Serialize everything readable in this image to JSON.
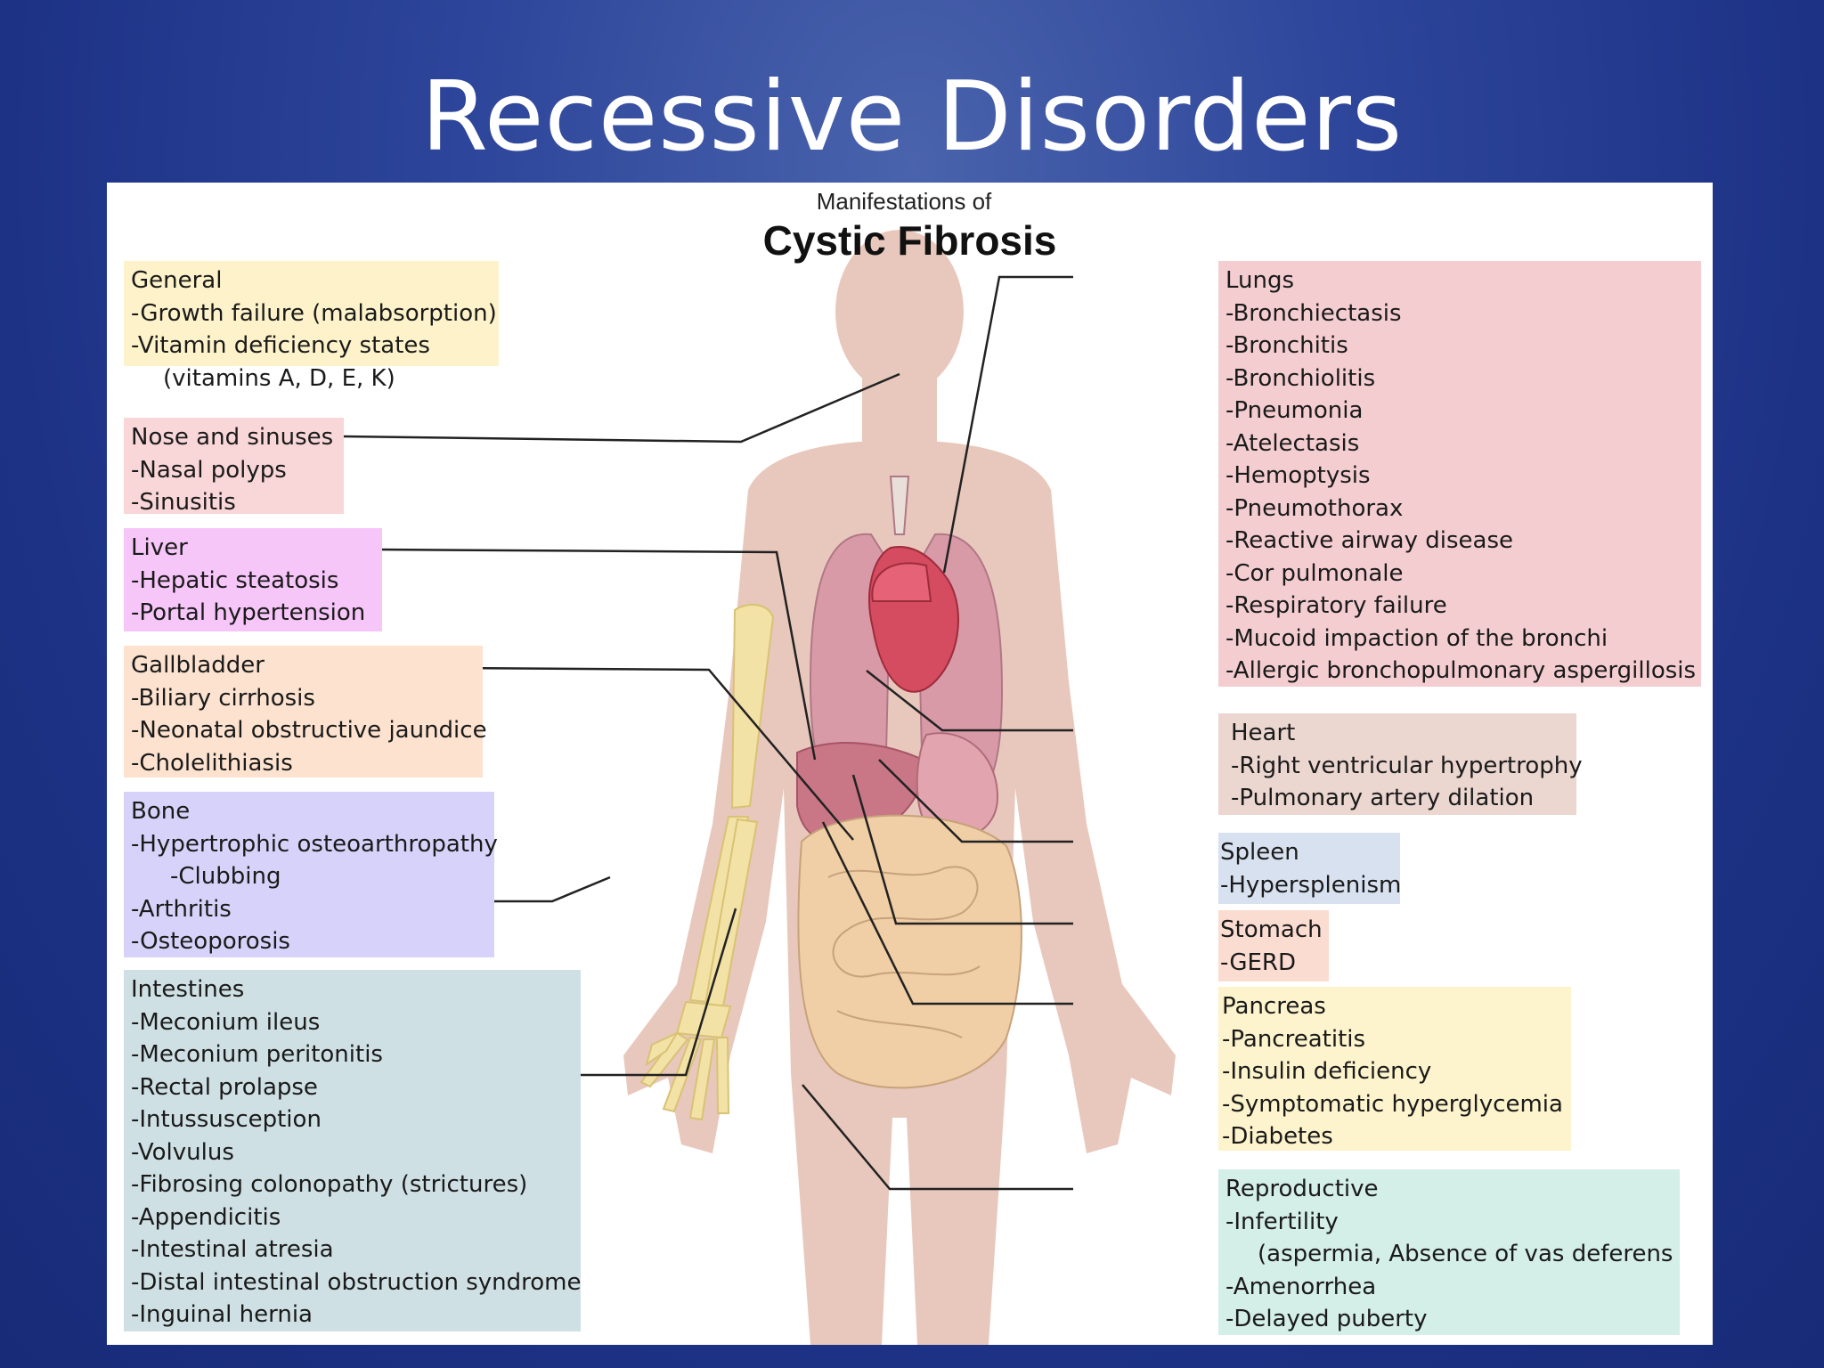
{
  "slide_title": "Recessive Disorders",
  "figure": {
    "subtitle": "Manifestations of",
    "title": "Cystic Fibrosis"
  },
  "colors": {
    "background": "#1f3585",
    "general": "#fdf2c9",
    "nose": "#f9d6d8",
    "liver": "#f6c6f8",
    "gallbladder": "#fce2cf",
    "bone": "#d7d2f9",
    "intestines": "#cfe0e4",
    "lungs": "#f4cdd1",
    "heart": "#ebd6d0",
    "spleen": "#d8e1f0",
    "stomach": "#fbdcd1",
    "pancreas": "#fdf3cc",
    "reproductive": "#d4eee8",
    "body": "#e8c8bc"
  },
  "left_boxes": {
    "general": {
      "heading": "General",
      "items": [
        "-Growth failure (malabsorption)",
        "-Vitamin deficiency states",
        "(vitamins A, D, E, K)"
      ]
    },
    "nose": {
      "heading": "Nose and sinuses",
      "items": [
        "-Nasal polyps",
        "-Sinusitis"
      ]
    },
    "liver": {
      "heading": "Liver",
      "items": [
        "-Hepatic steatosis",
        "-Portal hypertension"
      ]
    },
    "gallbladder": {
      "heading": "Gallbladder",
      "items": [
        "-Biliary cirrhosis",
        "-Neonatal obstructive jaundice",
        "-Cholelithiasis"
      ]
    },
    "bone": {
      "heading": "Bone",
      "items": [
        "-Hypertrophic osteoarthropathy",
        "-Clubbing",
        "-Arthritis",
        "-Osteoporosis"
      ]
    },
    "intestines": {
      "heading": "Intestines",
      "items": [
        "-Meconium ileus",
        "-Meconium peritonitis",
        "-Rectal prolapse",
        "-Intussusception",
        "-Volvulus",
        "-Fibrosing colonopathy (strictures)",
        "-Appendicitis",
        "-Intestinal atresia",
        "-Distal intestinal obstruction syndrome",
        "-Inguinal hernia"
      ]
    }
  },
  "right_boxes": {
    "lungs": {
      "heading": "Lungs",
      "items": [
        "-Bronchiectasis",
        "-Bronchitis",
        "-Bronchiolitis",
        "-Pneumonia",
        "-Atelectasis",
        "-Hemoptysis",
        "-Pneumothorax",
        "-Reactive airway disease",
        "-Cor pulmonale",
        "-Respiratory failure",
        "-Mucoid impaction of the bronchi",
        "-Allergic bronchopulmonary aspergillosis"
      ]
    },
    "heart": {
      "heading": "Heart",
      "items": [
        "-Right ventricular hypertrophy",
        "-Pulmonary artery dilation"
      ]
    },
    "spleen": {
      "heading": "Spleen",
      "items": [
        "-Hypersplenism"
      ]
    },
    "stomach": {
      "heading": "Stomach",
      "items": [
        "-GERD"
      ]
    },
    "pancreas": {
      "heading": "Pancreas",
      "items": [
        "-Pancreatitis",
        "-Insulin deficiency",
        "-Symptomatic hyperglycemia",
        "-Diabetes"
      ]
    },
    "reproductive": {
      "heading": "Reproductive",
      "items": [
        "-Infertility",
        "(aspermia, Absence of vas deferens",
        "-Amenorrhea",
        "-Delayed puberty"
      ]
    }
  }
}
